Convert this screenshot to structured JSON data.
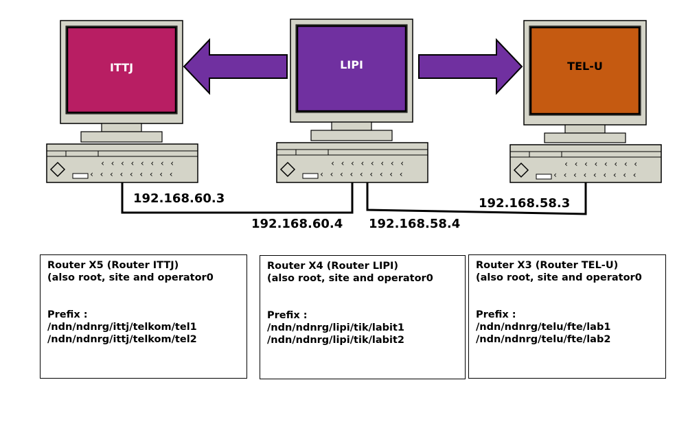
{
  "computers": [
    {
      "label": "ITTJ",
      "screen_color": "#b81e63"
    },
    {
      "label": "LIPI",
      "screen_color": "#7030a0"
    },
    {
      "label": "TEL-U",
      "screen_color": "#c55a11"
    }
  ],
  "arrow_color": "#7030a0",
  "links": {
    "ittj_ip": "192.168.60.3",
    "lipi_ip_60": "192.168.60.4",
    "lipi_ip_58": "192.168.58.4",
    "telu_ip": "192.168.58.3"
  },
  "routers": [
    {
      "title": "Router X5 (Router ITTJ)",
      "subtitle": "(also root, site and operator0",
      "prefix_label": "Prefix :",
      "prefixes": [
        "/ndn/ndnrg/ittj/telkom/tel1",
        "/ndn/ndnrg/ittj/telkom/tel2"
      ]
    },
    {
      "title": "Router X4 (Router LIPI)",
      "subtitle": "(also root, site and operator0",
      "prefix_label": "Prefix :",
      "prefixes": [
        "/ndn/ndnrg/lipi/tik/labit1",
        "/ndn/ndnrg/lipi/tik/labit2"
      ]
    },
    {
      "title": "Router X3 (Router TEL-U)",
      "subtitle": "(also root, site and operator0",
      "prefix_label": "Prefix :",
      "prefixes": [
        "/ndn/ndnrg/telu/fte/lab1",
        "/ndn/ndnrg/telu/fte/lab2"
      ]
    }
  ]
}
